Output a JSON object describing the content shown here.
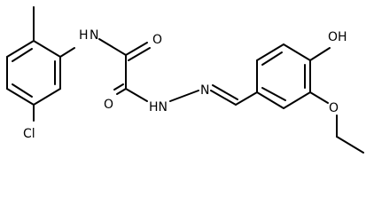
{
  "labels": {
    "nh_amide": "N",
    "h_amide": "H",
    "o_top": "O",
    "o_bottom": "O",
    "hn_hydrazide": "HN",
    "n_imine": "N",
    "oh": "OH",
    "o_ether": "O",
    "cl": "Cl"
  },
  "colors": {
    "bond": "#000000",
    "text": "#000000",
    "background": "#ffffff"
  }
}
